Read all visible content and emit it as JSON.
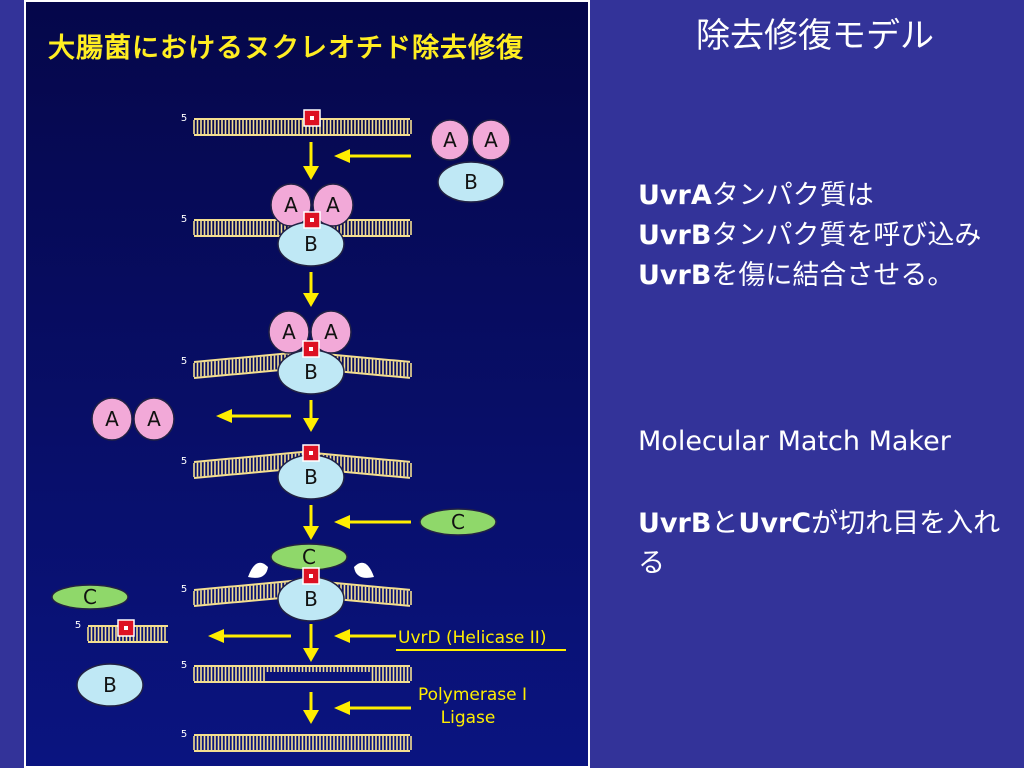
{
  "slide": {
    "title": "除去修復モデル",
    "body": {
      "p1": [
        "UvrA",
        "タンパク質は",
        "UvrB",
        "タンパク質を呼び込み",
        "UvrB",
        "を傷に結合させる。"
      ],
      "p2": "Molecular Match Maker",
      "p3": [
        "UvrB",
        "と",
        "UvrC",
        "が切れ目を入れる"
      ]
    }
  },
  "figure": {
    "title": "大腸菌におけるヌクレオチド除去修復",
    "strand_end_label": "5",
    "proteins": {
      "a": "A",
      "b": "B",
      "c": "C"
    },
    "labels": {
      "helicase": "UvrD (Helicase II)",
      "polymerase": "Polymerase I",
      "ligase": "Ligase"
    },
    "colors": {
      "uvrA": "#f2a9d8",
      "uvrB": "#bfe8f5",
      "uvrC": "#8fd86a",
      "dna": "#f4df90",
      "lesion": "#dd1122",
      "arrow": "#ffee00"
    }
  }
}
